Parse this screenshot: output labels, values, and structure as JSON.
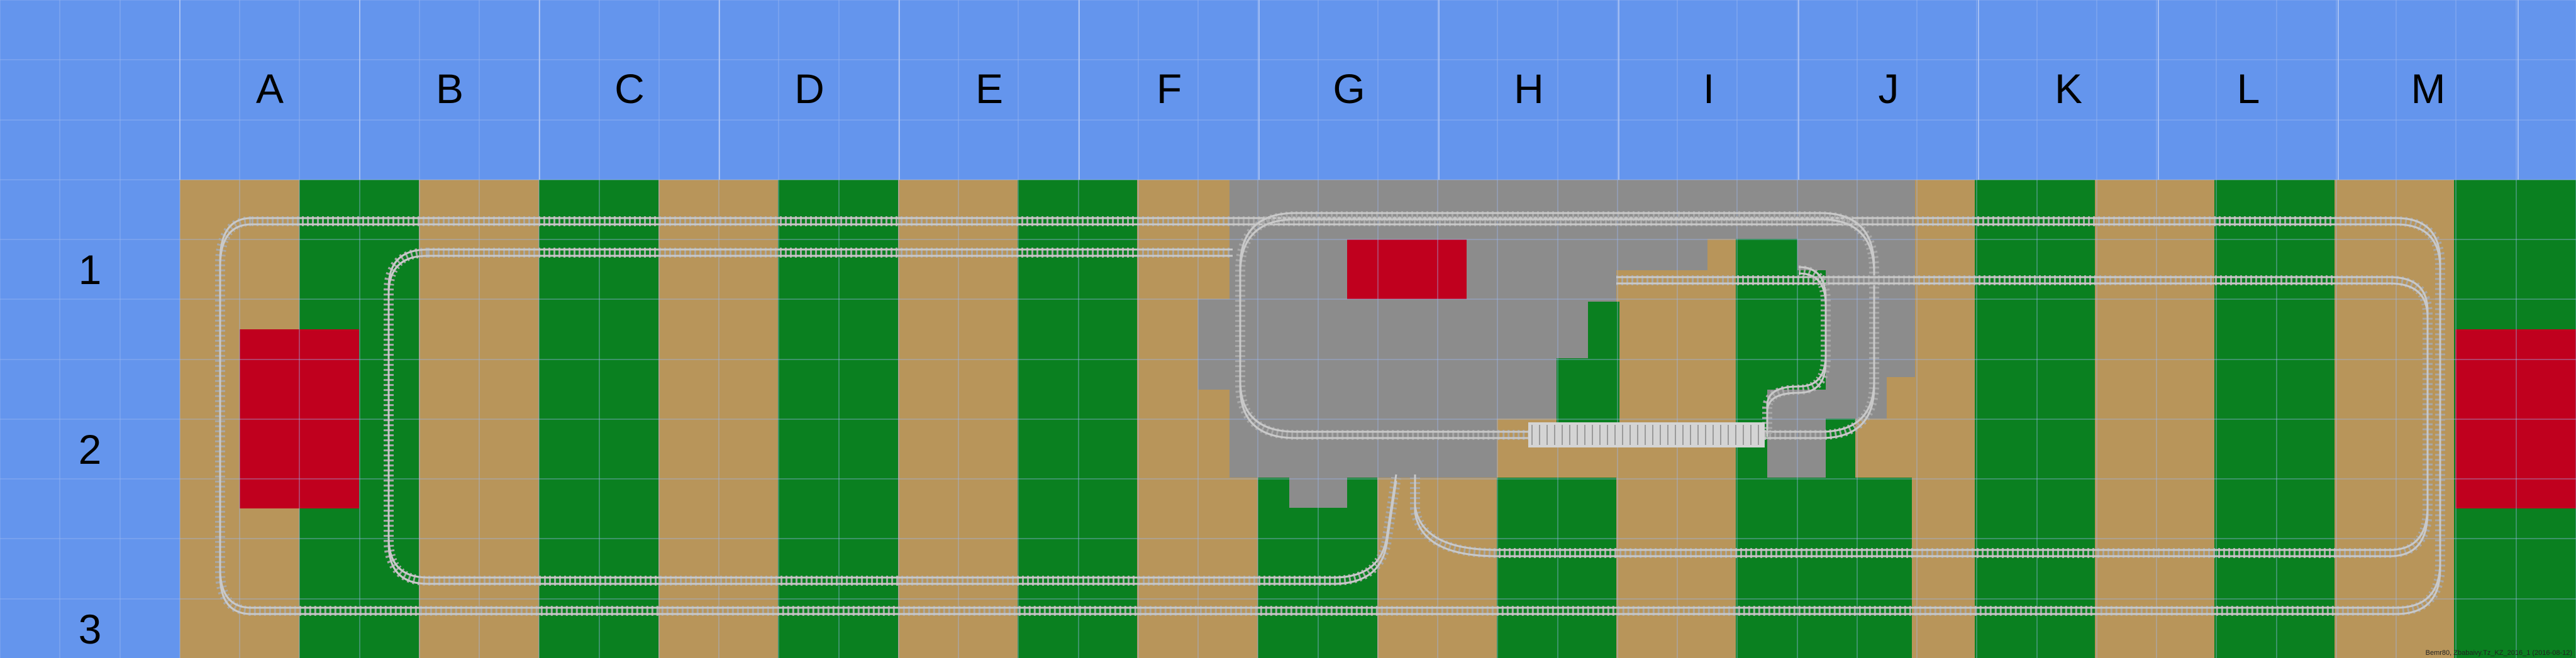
{
  "colors": {
    "water": "#6495ed",
    "grid": "#9cb8f0",
    "grass": "#0a8020",
    "sand": "#b8955a",
    "concrete": "#8c8c8c",
    "building": "#c0001e",
    "rail": "#c9c9c9",
    "sleeper": "#a8a8a8",
    "platform": "#d4d4d4"
  },
  "columns": [
    "A",
    "B",
    "C",
    "D",
    "E",
    "F",
    "G",
    "H",
    "I",
    "J",
    "K",
    "L",
    "M"
  ],
  "rows": [
    "1",
    "2",
    "3"
  ],
  "footer": "Bemr80, Zbabaivy.Tz_KZ_2016_1 (2016-08-12)"
}
